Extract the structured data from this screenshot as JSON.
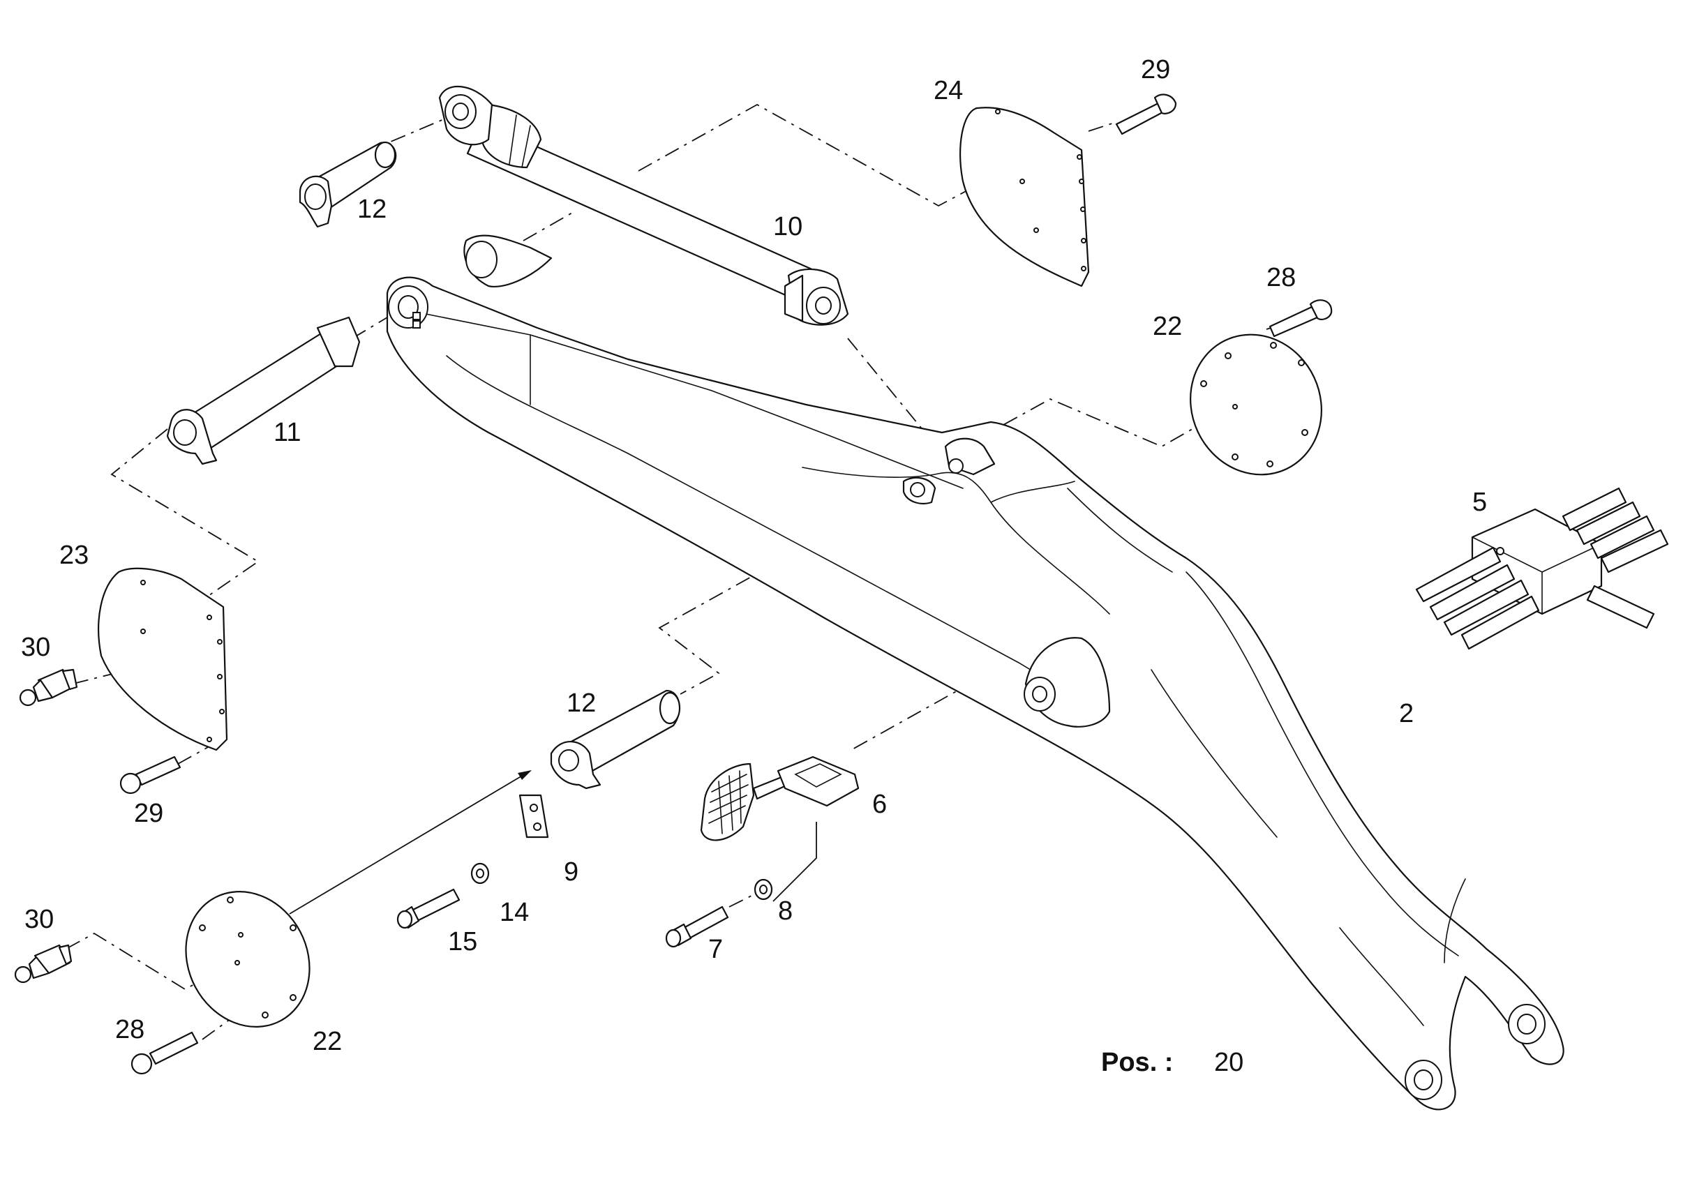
{
  "labels": {
    "p2": "2",
    "p5": "5",
    "p6": "6",
    "p7": "7",
    "p8": "8",
    "p9": "9",
    "p10": "10",
    "p11": "11",
    "p12_top": "12",
    "p12_mid": "12",
    "p14": "14",
    "p15": "15",
    "p22_right": "22",
    "p22_left": "22",
    "p23": "23",
    "p24": "24",
    "p28_right": "28",
    "p28_left": "28",
    "p29_top": "29",
    "p29_left": "29",
    "p30_top": "30",
    "p30_bottom": "30"
  },
  "position": {
    "label": "Pos. :",
    "value": "20"
  },
  "colors": {
    "line": "#111111",
    "background": "#ffffff"
  }
}
